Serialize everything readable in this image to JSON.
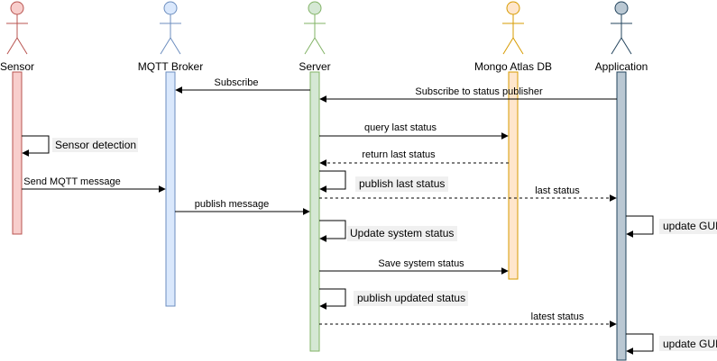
{
  "colors": {
    "sensor_fill": "#f8cecc",
    "sensor_stroke": "#b85450",
    "broker_fill": "#dae8fc",
    "broker_stroke": "#6c8ebf",
    "server_fill": "#d5e8d4",
    "server_stroke": "#82b366",
    "db_fill": "#ffe6cc",
    "db_stroke": "#d79b00",
    "app_fill": "#bac8d3",
    "app_stroke": "#23445d",
    "note_bg": "#f0f0f0"
  },
  "actors": [
    {
      "id": "sensor",
      "label": "Sensor"
    },
    {
      "id": "broker",
      "label": "MQTT Broker"
    },
    {
      "id": "server",
      "label": "Server"
    },
    {
      "id": "db",
      "label": "Mongo Atlas DB"
    },
    {
      "id": "app",
      "label": "Application"
    }
  ],
  "messages": [
    {
      "id": "subscribe",
      "label": "Subscribe",
      "from": "server",
      "to": "broker",
      "style": "solid"
    },
    {
      "id": "subscribe-status",
      "label": "Subscribe to status publisher",
      "from": "app",
      "to": "server",
      "style": "solid"
    },
    {
      "id": "query-last-status",
      "label": "query last status",
      "from": "server",
      "to": "db",
      "style": "solid"
    },
    {
      "id": "return-last-status",
      "label": "return last status",
      "from": "db",
      "to": "server",
      "style": "dashed"
    },
    {
      "id": "send-mqtt",
      "label": "Send MQTT message",
      "from": "sensor",
      "to": "broker",
      "style": "solid"
    },
    {
      "id": "last-status",
      "label": "last status",
      "from": "server",
      "to": "app",
      "style": "dashed"
    },
    {
      "id": "publish-message",
      "label": "publish message",
      "from": "broker",
      "to": "server",
      "style": "solid"
    },
    {
      "id": "save-system-status",
      "label": "Save system status",
      "from": "server",
      "to": "db",
      "style": "solid"
    },
    {
      "id": "latest-status",
      "label": "latest status",
      "from": "server",
      "to": "app",
      "style": "dashed"
    }
  ],
  "self_messages": [
    {
      "id": "sensor-detection",
      "label": "Sensor detection",
      "actor": "sensor"
    },
    {
      "id": "publish-last-status",
      "label": "publish last status",
      "actor": "server"
    },
    {
      "id": "update-system-status",
      "label": "Update system status",
      "actor": "server"
    },
    {
      "id": "update-gui-1",
      "label": "update GUI",
      "actor": "app"
    },
    {
      "id": "publish-updated-status",
      "label": "publish updated status",
      "actor": "server"
    },
    {
      "id": "update-gui-2",
      "label": "update GUI",
      "actor": "app"
    }
  ]
}
